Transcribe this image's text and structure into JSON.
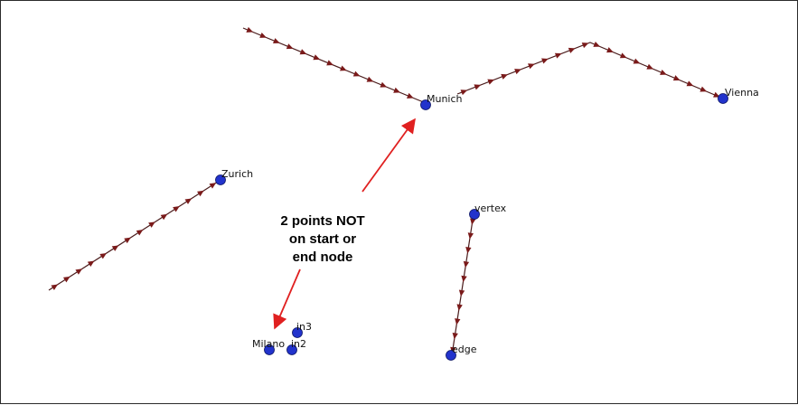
{
  "nodes": {
    "munich": "Munich",
    "vienna": "Vienna",
    "zurich": "Zurich",
    "vertex": "vertex",
    "edge": "edge",
    "milano": "Milano",
    "in2": "in2",
    "in3": "in3"
  },
  "annotation": {
    "line1": "2 points NOT",
    "line2": "on start or",
    "line3": "end node"
  },
  "colors": {
    "node_fill": "#2233cc",
    "edge_stroke": "#4a1c1c",
    "arrow_fill": "#7a1a1a",
    "annotation_arrow": "#e02020"
  }
}
